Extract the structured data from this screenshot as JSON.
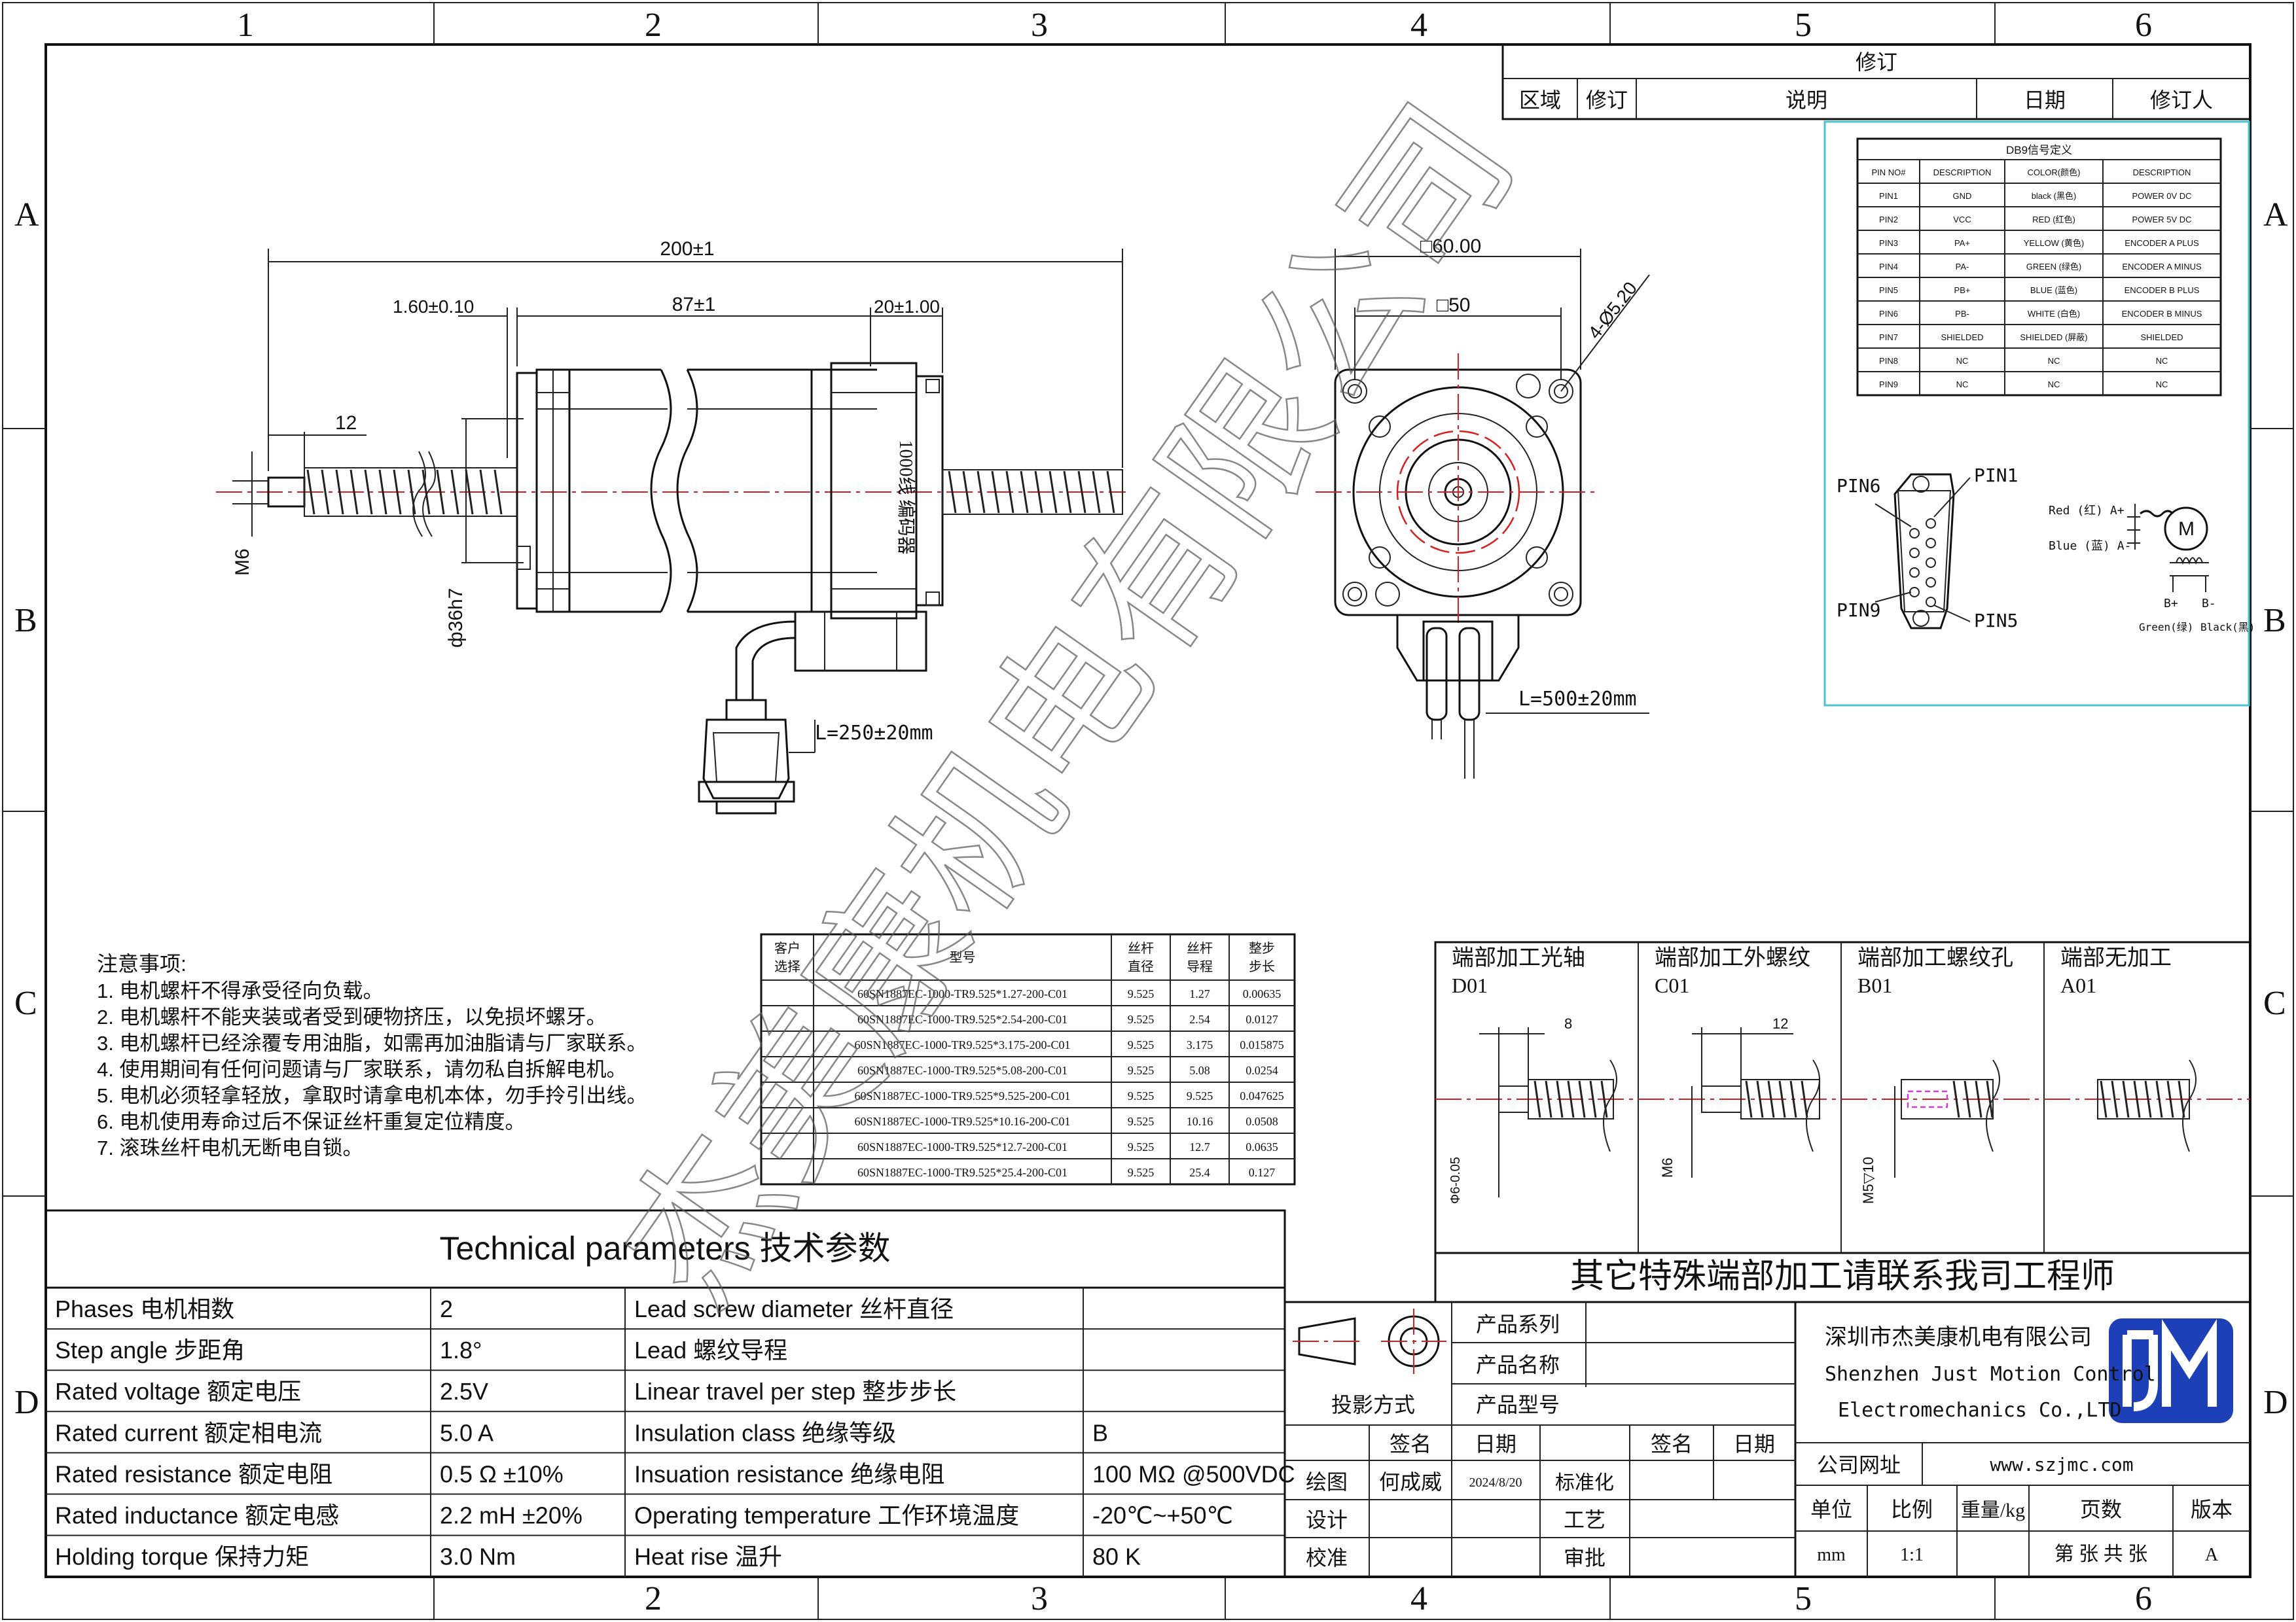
{
  "frame": {
    "col_labels": [
      "1",
      "2",
      "3",
      "4",
      "5",
      "6"
    ],
    "row_labels": [
      "A",
      "B",
      "C",
      "D"
    ]
  },
  "revision": {
    "title": "修订",
    "headers": [
      "区域",
      "修订",
      "说明",
      "日期",
      "修订人"
    ]
  },
  "db9": {
    "title": "DB9信号定义",
    "headers": [
      "PIN NO#",
      "DESCRIPTION",
      "COLOR(颜色)",
      "DESCRIPTION"
    ],
    "rows": [
      [
        "PIN1",
        "GND",
        "black (黑色)",
        "POWER 0V DC"
      ],
      [
        "PIN2",
        "VCC",
        "RED (红色)",
        "POWER 5V DC"
      ],
      [
        "PIN3",
        "PA+",
        "YELLOW (黄色)",
        "ENCODER A PLUS"
      ],
      [
        "PIN4",
        "PA-",
        "GREEN (绿色)",
        "ENCODER A MINUS"
      ],
      [
        "PIN5",
        "PB+",
        "BLUE (蓝色)",
        "ENCODER B PLUS"
      ],
      [
        "PIN6",
        "PB-",
        "WHITE (白色)",
        "ENCODER B MINUS"
      ],
      [
        "PIN7",
        "SHIELDED",
        "SHIELDED (屏蔽)",
        "SHIELDED"
      ],
      [
        "PIN8",
        "NC",
        "NC",
        "NC"
      ],
      [
        "PIN9",
        "NC",
        "NC",
        "NC"
      ]
    ]
  },
  "connector": {
    "pin6": "PIN6",
    "pin1": "PIN1",
    "pin9": "PIN9",
    "pin5": "PIN5",
    "red_a": "Red (红) A+",
    "blue_a": "Blue (蓝) A-",
    "motor": "M",
    "b_plus": "B+",
    "b_minus": "B-",
    "green": "Green(绿)",
    "black": "Black(黑)"
  },
  "front_view": {
    "dim_total": "200±1",
    "dim_tip": "1.60±0.10",
    "dim_body": "87±1",
    "dim_encoder": "20±1.00",
    "dim_12": "12",
    "dim_m6": "M6",
    "dim_dia": "ф36h7",
    "encoder_label": "1000线 编码器",
    "cable": "L=250±20mm"
  },
  "side_view": {
    "dim_60": "□60.00",
    "dim_50": "□50",
    "dim_holes": "4-Ø5.20",
    "cable": "L=500±20mm"
  },
  "notes": {
    "title": "注意事项:",
    "items": [
      "1.  电机螺杆不得承受径向负载。",
      "2.  电机螺杆不能夹装或者受到硬物挤压，以免损坏螺牙。",
      "3.  电机螺杆已经涂覆专用油脂，如需再加油脂请与厂家联系。",
      "4.  使用期间有任何问题请与厂家联系，请勿私自拆解电机。",
      "5.  电机必须轻拿轻放，拿取时请拿电机本体，勿手拎引出线。",
      "6.  电机使用寿命过后不保证丝杆重复定位精度。",
      "7.  滚珠丝杆电机无断电自锁。"
    ]
  },
  "model_table": {
    "headers": [
      "客户\n选择",
      "型号",
      "丝杆\n直径",
      "丝杆\n导程",
      "整步\n步长"
    ],
    "rows": [
      [
        "",
        "60SN1887EC-1000-TR9.525*1.27-200-C01",
        "9.525",
        "1.27",
        "0.00635"
      ],
      [
        "",
        "60SN1887EC-1000-TR9.525*2.54-200-C01",
        "9.525",
        "2.54",
        "0.0127"
      ],
      [
        "",
        "60SN1887EC-1000-TR9.525*3.175-200-C01",
        "9.525",
        "3.175",
        "0.015875"
      ],
      [
        "",
        "60SN1887EC-1000-TR9.525*5.08-200-C01",
        "9.525",
        "5.08",
        "0.0254"
      ],
      [
        "",
        "60SN1887EC-1000-TR9.525*9.525-200-C01",
        "9.525",
        "9.525",
        "0.047625"
      ],
      [
        "",
        "60SN1887EC-1000-TR9.525*10.16-200-C01",
        "9.525",
        "10.16",
        "0.0508"
      ],
      [
        "",
        "60SN1887EC-1000-TR9.525*12.7-200-C01",
        "9.525",
        "12.7",
        "0.0635"
      ],
      [
        "",
        "60SN1887EC-1000-TR9.525*25.4-200-C01",
        "9.525",
        "25.4",
        "0.127"
      ]
    ]
  },
  "end_options": {
    "cols": [
      {
        "title": "端部加工光轴",
        "code": "D01",
        "dim": "8",
        "dia": "Ф6-0.05"
      },
      {
        "title": "端部加工外螺纹",
        "code": "C01",
        "dim": "12",
        "dia": "M6"
      },
      {
        "title": "端部加工螺纹孔",
        "code": "B01",
        "dim": "",
        "dia": "M5▽10"
      },
      {
        "title": "端部无加工",
        "code": "A01",
        "dim": "",
        "dia": ""
      }
    ],
    "footer": "其它特殊端部加工请联系我司工程师"
  },
  "tech": {
    "title": "Technical parameters 技术参数",
    "rows": [
      [
        "Phases 电机相数",
        "2",
        "Lead screw diameter 丝杆直径",
        ""
      ],
      [
        "Step angle 步距角",
        "1.8°",
        "Lead 螺纹导程",
        ""
      ],
      [
        "Rated voltage 额定电压",
        "2.5V",
        "Linear travel per step 整步步长",
        ""
      ],
      [
        "Rated current 额定相电流",
        "5.0 A",
        "Insulation class 绝缘等级",
        "B"
      ],
      [
        "Rated resistance 额定电阻",
        "0.5 Ω  ±10%",
        "Insuation resistance 绝缘电阻",
        "100 MΩ @500VDC"
      ],
      [
        "Rated inductance 额定电感",
        "2.2 mH ±20%",
        "Operating temperature 工作环境温度",
        "-20℃~+50℃"
      ],
      [
        "Holding torque 保持力矩",
        "3.0 Nm",
        "Heat rise 温升",
        "80 K"
      ]
    ]
  },
  "title_block": {
    "projection": "投影方式",
    "product_series": "产品系列",
    "product_name": "产品名称",
    "product_model": "产品型号",
    "sign": "签名",
    "date": "日期",
    "draw": "绘图",
    "drawer": "何成威",
    "draw_date": "2024/8/20",
    "design": "设计",
    "check": "校准",
    "standard": "标准化",
    "process": "工艺",
    "approve": "审批",
    "company_cn": "深圳市杰美康机电有限公司",
    "company_en1": "Shenzhen Just Motion Control",
    "company_en2": "Electromechanics Co.,LTD",
    "website_label": "公司网址",
    "website": "www.szjmc.com",
    "unit": "单位",
    "scale": "比例",
    "weight": "重量/kg",
    "pages": "页数",
    "version": "版本",
    "unit_val": "mm",
    "scale_val": "1:1",
    "pages_val": "第 张 共 张",
    "version_val": "A"
  },
  "watermark": "杰美康机电有限公司"
}
